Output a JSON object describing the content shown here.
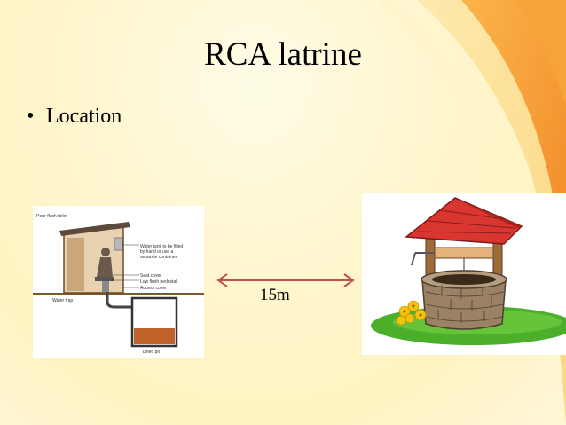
{
  "slide": {
    "title": "RCA latrine",
    "bullets": [
      {
        "text": "Location"
      }
    ],
    "distance_label": "15m",
    "colors": {
      "accent": "#f39a2b",
      "arrow": "#c0504d",
      "background": "#fff6cf"
    }
  },
  "latrine_diagram": {
    "heading": "Pour-flush toilet",
    "labels": [
      "Water tank to be filled",
      "by hand or use a",
      "separate container",
      "Seat cover",
      "Low flush pedestal",
      "Access cover",
      "Water trap",
      "Lined pit"
    ]
  },
  "icons": [
    "water-well-icon",
    "latrine-diagram-icon",
    "double-arrow-icon"
  ]
}
